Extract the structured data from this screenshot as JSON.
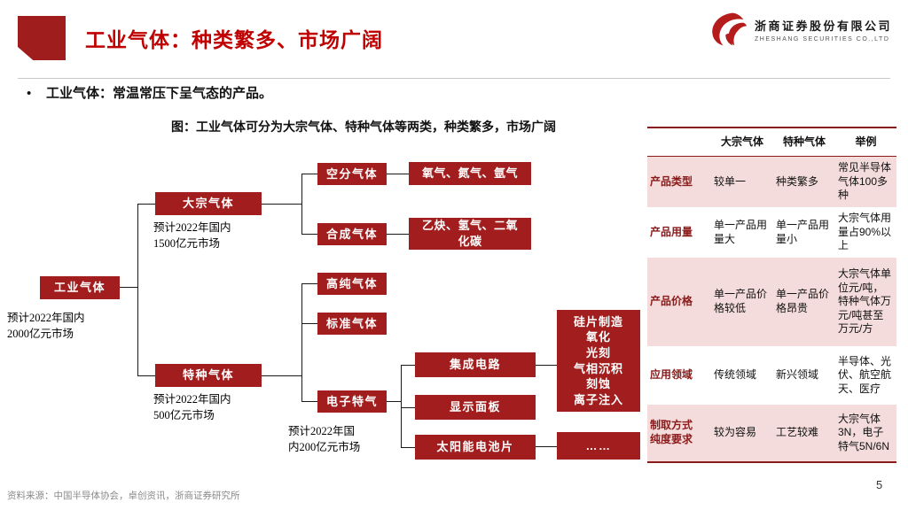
{
  "header": {
    "title": "工业气体：种类繁多、市场广阔",
    "company_cn": "浙商证券股份有限公司",
    "company_en": "ZHESHANG SECURITIES CO.,LTD"
  },
  "bullet": {
    "marker": "•",
    "text": "工业气体：常温常压下呈气态的产品。"
  },
  "figure_title": "图：工业气体可分为大宗气体、特种气体等两类，种类繁多，市场广阔",
  "colors": {
    "accent_red": "#c00000",
    "box_red": "#a21e1e",
    "row_pink": "#f3dcdb"
  },
  "flowchart": {
    "root": {
      "label": "工业气体",
      "caption": "预计2022年国内\n2000亿元市场"
    },
    "bulk": {
      "label": "大宗气体",
      "caption": "预计2022年国内\n1500亿元市场"
    },
    "special": {
      "label": "特种气体",
      "caption": "预计2022年国内\n500亿元市场"
    },
    "air_sep": {
      "label": "空分气体"
    },
    "synthesis": {
      "label": "合成气体"
    },
    "air_products": {
      "label": "氧气、氮气、氩气"
    },
    "syn_products": {
      "label": "乙炔、氢气、二氧\n化碳"
    },
    "high_purity": {
      "label": "高纯气体"
    },
    "standard": {
      "label": "标准气体"
    },
    "electronic": {
      "label": "电子特气",
      "caption": "预计2022年国\n内200亿元市场"
    },
    "ic": {
      "label": "集成电路"
    },
    "display_panel": {
      "label": "显示面板"
    },
    "solar": {
      "label": "太阳能电池片"
    },
    "ic_process": {
      "label": "硅片制造\n氧化\n光刻\n气相沉积\n刻蚀\n离子注入"
    },
    "ellipsis": {
      "label": "……"
    }
  },
  "table": {
    "headers": {
      "bulk": "大宗气体",
      "special": "特种气体",
      "example": "举例"
    },
    "rows": [
      {
        "label": "产品类型",
        "bulk": "较单一",
        "special": "种类繁多",
        "example": "常见半导体气体100多种"
      },
      {
        "label": "产品用量",
        "bulk": "单一产品用量大",
        "special": "单一产品用量小",
        "example": "大宗气体用量占90%以上"
      },
      {
        "label": "产品价格",
        "bulk": "单一产品价格较低",
        "special": "单一产品价格昂贵",
        "example": "大宗气体单位元/吨，特种气体万元/吨甚至万元/方"
      },
      {
        "label": "应用领域",
        "bulk": "传统领域",
        "special": "新兴领域",
        "example": "半导体、光伏、航空航天、医疗"
      },
      {
        "label": "制取方式\n纯度要求",
        "bulk": "较为容易",
        "special": "工艺较难",
        "example": "大宗气体3N，电子特气5N/6N"
      }
    ]
  },
  "footer": {
    "source": "资料来源：中国半导体协会，卓创资讯，浙商证券研究所",
    "page": "5"
  }
}
